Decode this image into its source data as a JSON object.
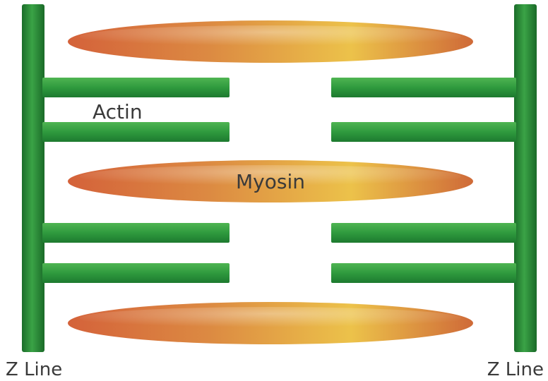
{
  "labels": {
    "actin": "Actin",
    "myosin": "Myosin",
    "z_line_left": "Z Line",
    "z_line_right": "Z Line"
  },
  "colors": {
    "actin_green_dark": "#1d7a2f",
    "actin_green_mid": "#2f9a3e",
    "actin_green_light": "#4fb552",
    "myosin_orange": "#d4623a",
    "myosin_yellow": "#ecc24a",
    "label_text": "#3a3a3a"
  }
}
